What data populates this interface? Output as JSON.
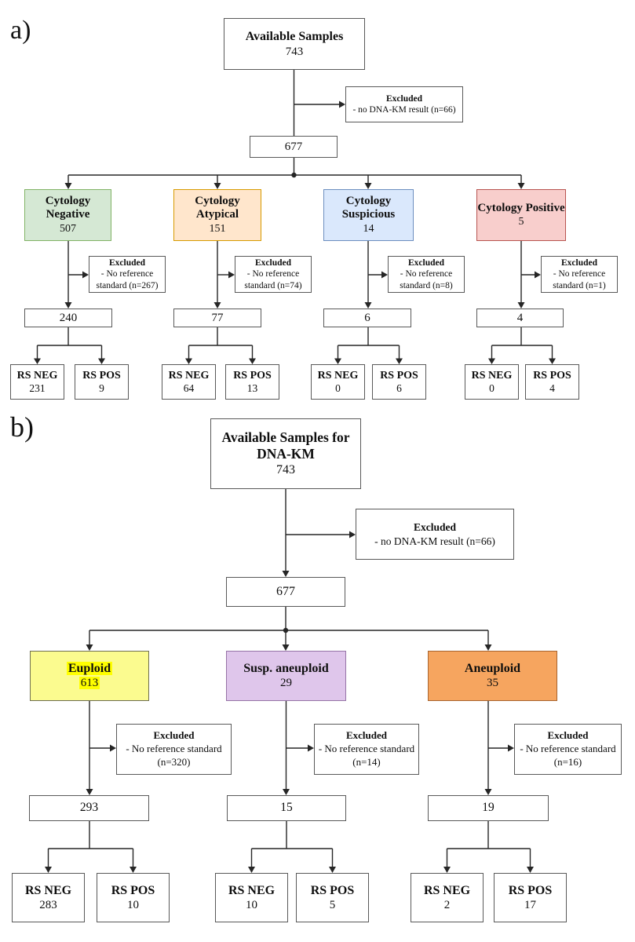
{
  "panels": {
    "a": {
      "label": "a)",
      "root": {
        "title": "Available Samples",
        "count": "743"
      },
      "excluded": {
        "title": "Excluded",
        "detail": "- no DNA-KM result (n=66)"
      },
      "subtotal": "677",
      "columns": [
        {
          "title": "Cytology Negative",
          "count": "507",
          "fill": "#D5E8D4",
          "border": "#82B366",
          "excluded": {
            "title": "Excluded",
            "detail": "- No reference standard (n=267)"
          },
          "subtotal": "240",
          "rs_neg": {
            "label": "RS NEG",
            "count": "231"
          },
          "rs_pos": {
            "label": "RS POS",
            "count": "9"
          }
        },
        {
          "title": "Cytology Atypical",
          "count": "151",
          "fill": "#FFE6CC",
          "border": "#D79B00",
          "excluded": {
            "title": "Excluded",
            "detail": "- No reference standard (n=74)"
          },
          "subtotal": "77",
          "rs_neg": {
            "label": "RS NEG",
            "count": "64"
          },
          "rs_pos": {
            "label": "RS POS",
            "count": "13"
          }
        },
        {
          "title": "Cytology Suspicious",
          "count": "14",
          "fill": "#DAE8FC",
          "border": "#6C8EBF",
          "excluded": {
            "title": "Excluded",
            "detail": "- No reference standard (n=8)"
          },
          "subtotal": "6",
          "rs_neg": {
            "label": "RS NEG",
            "count": "0"
          },
          "rs_pos": {
            "label": "RS POS",
            "count": "6"
          }
        },
        {
          "title": "Cytology Positive",
          "count": "5",
          "fill": "#F8CECC",
          "border": "#B85450",
          "excluded": {
            "title": "Excluded",
            "detail": "- No reference standard (n=1)"
          },
          "subtotal": "4",
          "rs_neg": {
            "label": "RS NEG",
            "count": "0"
          },
          "rs_pos": {
            "label": "RS POS",
            "count": "4"
          }
        }
      ]
    },
    "b": {
      "label": "b)",
      "root": {
        "title": "Available Samples for DNA-KM",
        "count": "743"
      },
      "excluded": {
        "title": "Excluded",
        "detail": "- no DNA-KM result (n=66)"
      },
      "subtotal": "677",
      "columns": [
        {
          "title": "Euploid",
          "count": "613",
          "fill": "#FBFB8F",
          "border": "#6E6E52",
          "text_highlight": "#FFFF00",
          "excluded": {
            "title": "Excluded",
            "detail": "- No reference standard (n=320)"
          },
          "subtotal": "293",
          "rs_neg": {
            "label": "RS NEG",
            "count": "283"
          },
          "rs_pos": {
            "label": "RS POS",
            "count": "10"
          }
        },
        {
          "title": "Susp. aneuploid",
          "count": "29",
          "fill": "#DFC6EB",
          "border": "#9673A6",
          "excluded": {
            "title": "Excluded",
            "detail": "- No reference standard (n=14)"
          },
          "subtotal": "15",
          "rs_neg": {
            "label": "RS NEG",
            "count": "10"
          },
          "rs_pos": {
            "label": "RS POS",
            "count": "5"
          }
        },
        {
          "title": "Aneuploid",
          "count": "35",
          "fill": "#F6A55F",
          "border": "#A8642F",
          "excluded": {
            "title": "Excluded",
            "detail": "- No reference standard (n=16)"
          },
          "subtotal": "19",
          "rs_neg": {
            "label": "RS NEG",
            "count": "2"
          },
          "rs_pos": {
            "label": "RS POS",
            "count": "17"
          }
        }
      ]
    }
  },
  "style": {
    "line_color": "#262626"
  }
}
